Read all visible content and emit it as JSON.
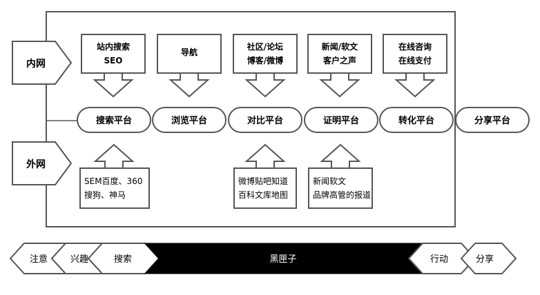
{
  "side_tags": {
    "intranet": "内网",
    "extranet": "外网"
  },
  "top_boxes": [
    {
      "lines": [
        "站内搜索",
        "SEO"
      ]
    },
    {
      "lines": [
        "导航"
      ]
    },
    {
      "lines": [
        "社区/论坛",
        "博客/微博"
      ]
    },
    {
      "lines": [
        "新闻/软文",
        "客户之声"
      ]
    },
    {
      "lines": [
        "在线咨询",
        "在线支付"
      ]
    }
  ],
  "platforms": [
    "搜索平台",
    "浏览平台",
    "对比平台",
    "证明平台",
    "转化平台",
    "分享平台"
  ],
  "bottom_boxes": [
    {
      "lines": [
        "SEM百度、360",
        "搜狗、神马"
      ]
    },
    {
      "lines": [
        "微博贴吧知道",
        "百科文库地图"
      ]
    },
    {
      "lines": [
        "新闻软文",
        "品牌高管的报道"
      ]
    }
  ],
  "funnel": {
    "stages_left": [
      "注意",
      "兴趣",
      "搜索"
    ],
    "black_box": "黑匣子",
    "stages_right": [
      "行动",
      "分享"
    ]
  },
  "colors": {
    "stroke": "#555555",
    "black_box_fill": "#000000",
    "black_box_text": "#ffffff"
  }
}
